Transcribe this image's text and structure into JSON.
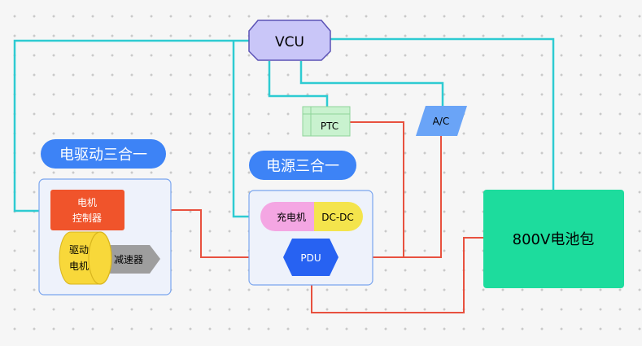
{
  "nodes": {
    "vcu": "VCU",
    "ptc": "PTC",
    "ac": "A/C",
    "motor_controller_line1": "电机",
    "motor_controller_line2": "控制器",
    "drive_motor_line1": "驱动",
    "drive_motor_line2": "电机",
    "reducer": "减速器",
    "charger": "充电机",
    "dcdc": "DC-DC",
    "pdu": "PDU",
    "battery": "800V电池包"
  },
  "groups": {
    "electric_drive": "电驱动三合一",
    "power_supply": "电源三合一"
  },
  "colors": {
    "signal_line": "#2ecbd2",
    "power_line": "#e8513f",
    "vcu_fill": "#c9c6f8",
    "battery_fill": "#1ddc9d",
    "group_label_fill": "#3d83f6",
    "motor_controller_fill": "#f0542b",
    "drive_motor_fill": "#f8d83a",
    "reducer_fill": "#9e9e9e",
    "charger_fill": "#f4a6e3",
    "dcdc_fill": "#f4e44c",
    "pdu_fill": "#2762f2",
    "ptc_fill": "#c9f2cf",
    "ac_fill": "#6aa4f7"
  }
}
